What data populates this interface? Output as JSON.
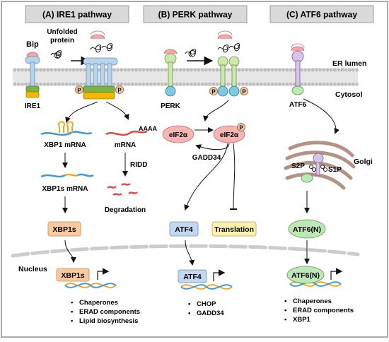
{
  "headers": {
    "a": "(A) IRE1 pathway",
    "b": "(B) PERK pathway",
    "c": "(C) ATF6 pathway"
  },
  "labels": {
    "bip": "Bip",
    "unfolded_line1": "Unfolded",
    "unfolded_line2": "protein",
    "er_lumen": "ER lumen",
    "cytosol": "Cytosol",
    "ire1": "IRE1",
    "perk": "PERK",
    "atf6": "ATF6",
    "p": "P",
    "xbp1_mrna": "XBP1 mRNA",
    "mrna": "mRNA",
    "aaaa": "AAAA",
    "ridd": "RIDD",
    "xbp1s_mrna": "XBP1s mRNA",
    "degradation": "Degradation",
    "xbp1s": "XBP1s",
    "eif2a": "eIF2α",
    "gadd34": "GADD34",
    "atf4": "ATF4",
    "translation": "Translation",
    "golgi": "Golgi",
    "s2p": "S2P",
    "s1p": "S1P",
    "atf6n": "ATF6(N)",
    "nucleus": "Nucleus"
  },
  "lists": {
    "a": [
      "Chaperones",
      "ERAD components",
      "Lipid biosynthesis"
    ],
    "b": [
      "CHOP",
      "GADD34"
    ],
    "c": [
      "Chaperones",
      "ERAD components",
      "XBP1"
    ]
  },
  "colors": {
    "header_bg": "#d9d9d9",
    "membrane": "#c8c8c8",
    "ire1_body": "#b8d4ec",
    "perk_body": "#cfe6b0",
    "atf6_body": "#d6c5e8",
    "bip": "#f4a7a7",
    "p_circle": "#f2c6a0",
    "xbp1s_box": "#f9c9a0",
    "atf4_box": "#c5d7f0",
    "translation_box": "#fbf0b0",
    "atf6n_oval": "#bfe8b8",
    "eif2a_oval": "#f5b5b5"
  }
}
